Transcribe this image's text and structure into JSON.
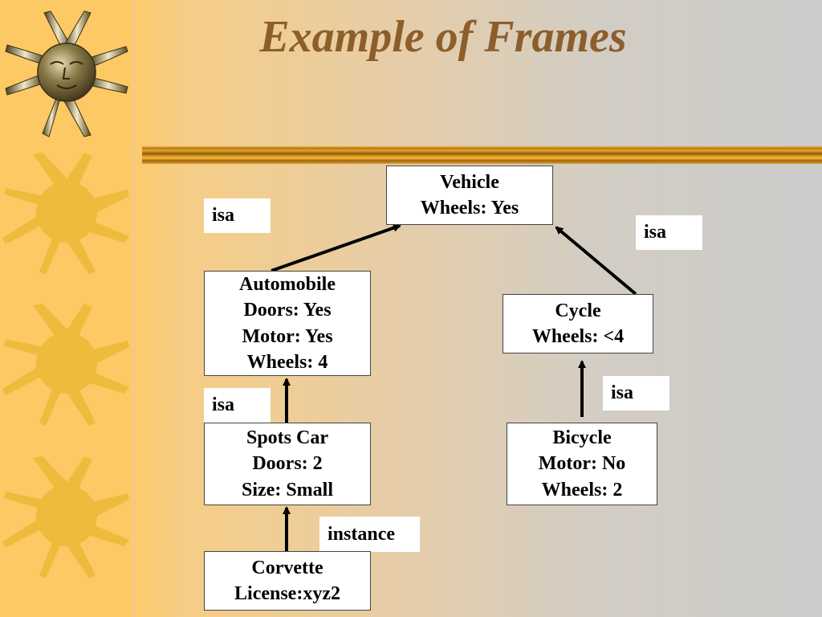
{
  "slide": {
    "title": "Example of Frames",
    "colors": {
      "title": "#8c5e2a",
      "sidebar": "#fdc964",
      "sun_flat": "#efbb3c",
      "rule_gold": "#d99818"
    }
  },
  "decorations": {
    "sidebar_icons": [
      "metallic-sun-face-icon",
      "sun-icon",
      "sun-icon",
      "sun-icon"
    ]
  },
  "frames": [
    {
      "id": "vehicle",
      "lines": [
        "Vehicle",
        "Wheels: Yes"
      ]
    },
    {
      "id": "automobile",
      "lines": [
        "Automobile",
        "Doors: Yes",
        "Motor: Yes",
        "Wheels: 4"
      ]
    },
    {
      "id": "cycle",
      "lines": [
        "Cycle",
        "Wheels: <4"
      ]
    },
    {
      "id": "spots-car",
      "lines": [
        "Spots Car",
        "Doors: 2",
        "Size: Small"
      ]
    },
    {
      "id": "bicycle",
      "lines": [
        "Bicycle",
        "Motor: No",
        "Wheels: 2"
      ]
    },
    {
      "id": "corvette",
      "lines": [
        "Corvette",
        "License:xyz2"
      ]
    }
  ],
  "relations": [
    {
      "from": "automobile",
      "to": "vehicle",
      "label": "isa"
    },
    {
      "from": "cycle",
      "to": "vehicle",
      "label": "isa"
    },
    {
      "from": "spots-car",
      "to": "automobile",
      "label": "isa"
    },
    {
      "from": "bicycle",
      "to": "cycle",
      "label": "isa"
    },
    {
      "from": "corvette",
      "to": "spots-car",
      "label": "instance"
    }
  ]
}
